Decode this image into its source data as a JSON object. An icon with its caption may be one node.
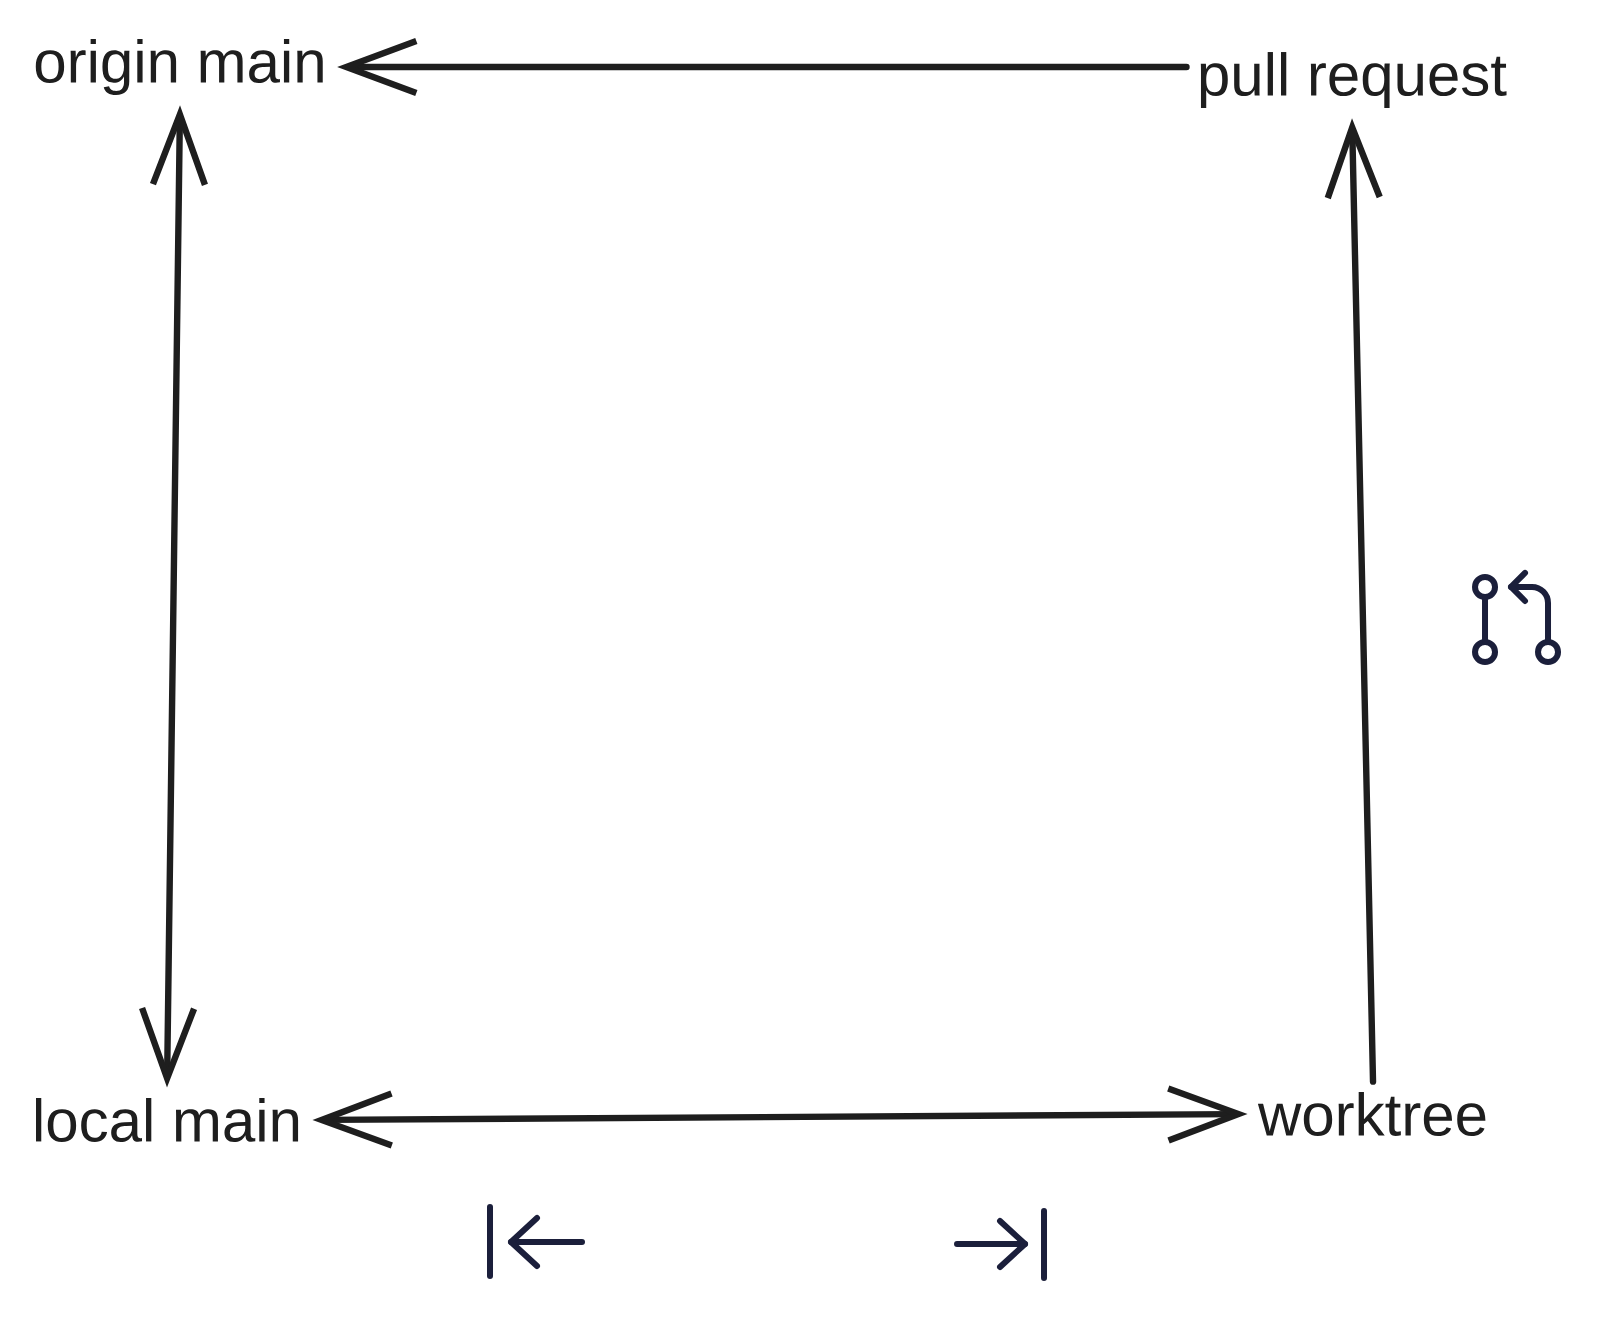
{
  "diagram": {
    "nodes": [
      {
        "text": [
          "origin main"
        ]
      },
      {
        "text": [
          "pull request"
        ]
      },
      {
        "text": [
          "local main"
        ]
      },
      {
        "text": [
          "worktree"
        ]
      }
    ],
    "edges": [
      {
        "from": 1,
        "to": 0,
        "arrow": "to"
      },
      {
        "from": 0,
        "to": 2,
        "arrow": "both"
      },
      {
        "from": 2,
        "to": 3,
        "arrow": "both"
      },
      {
        "from": 3,
        "to": 1,
        "arrow": "to"
      }
    ]
  }
}
